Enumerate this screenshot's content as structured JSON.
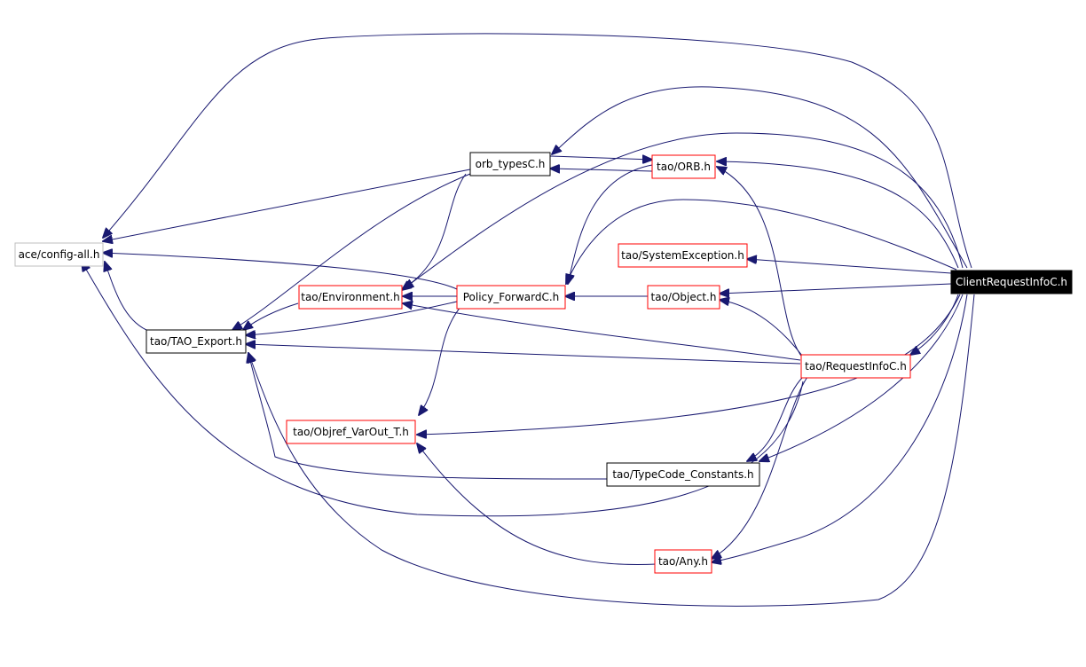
{
  "colors": {
    "edge": "#191970",
    "border_default": "#000000",
    "border_incomplete": "#bfbfbf",
    "border_truncated": "#ff0000",
    "root_fill": "#000000",
    "root_text": "#ffffff"
  },
  "nodes": [
    {
      "id": "root",
      "label": "ClientRequestInfoC.h",
      "style": "root"
    },
    {
      "id": "config",
      "label": "ace/config-all.h",
      "style": "incomplete"
    },
    {
      "id": "export",
      "label": "tao/TAO_Export.h",
      "style": "default"
    },
    {
      "id": "orbtypes",
      "label": "orb_typesC.h",
      "style": "default"
    },
    {
      "id": "orb",
      "label": "tao/ORB.h",
      "style": "truncated"
    },
    {
      "id": "sysexc",
      "label": "tao/SystemException.h",
      "style": "truncated"
    },
    {
      "id": "env",
      "label": "tao/Environment.h",
      "style": "truncated"
    },
    {
      "id": "policy",
      "label": "Policy_ForwardC.h",
      "style": "truncated"
    },
    {
      "id": "object",
      "label": "tao/Object.h",
      "style": "truncated"
    },
    {
      "id": "reqinfo",
      "label": "tao/RequestInfoC.h",
      "style": "truncated"
    },
    {
      "id": "varout",
      "label": "tao/Objref_VarOut_T.h",
      "style": "truncated"
    },
    {
      "id": "tcconst",
      "label": "tao/TypeCode_Constants.h",
      "style": "default"
    },
    {
      "id": "any",
      "label": "tao/Any.h",
      "style": "truncated"
    }
  ]
}
